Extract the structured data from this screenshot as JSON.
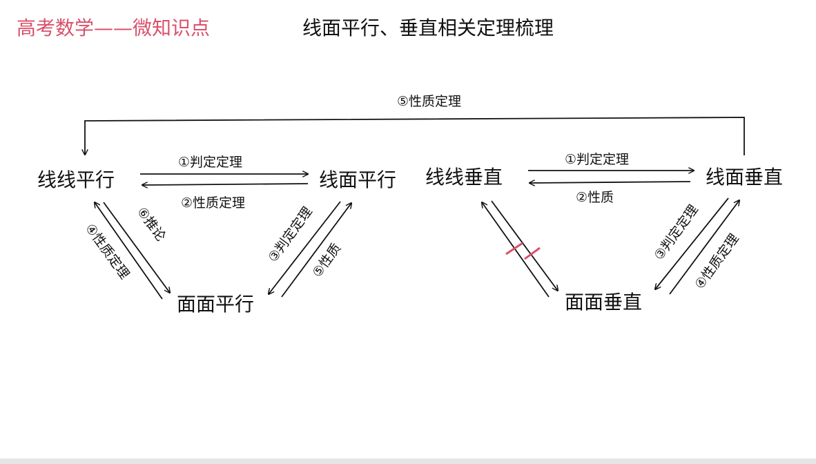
{
  "header": {
    "brand": "高考数学——微知识点",
    "title": "线面平行、垂直相关定理梳理"
  },
  "nodes": {
    "line_line_parallel": "线线平行",
    "line_plane_parallel": "线面平行",
    "plane_plane_parallel": "面面平行",
    "line_line_perpendicular": "线线垂直",
    "line_plane_perpendicular": "线面垂直",
    "plane_plane_perpendicular": "面面垂直"
  },
  "edges": {
    "top_arc": "⑤性质定理",
    "par_ll_to_lp": "①判定定理",
    "par_lp_to_ll": "②性质定理",
    "par_pp_to_ll": "④性质定理",
    "par_ll_to_pp": "⑥推论",
    "par_lp_to_pp": "③判定定理",
    "par_pp_to_lp": "⑤性质",
    "perp_ll_to_lp": "①判定定理",
    "perp_lp_to_ll": "②性质",
    "perp_lp_to_pp": "③判定定理",
    "perp_pp_to_lp": "④性质定理"
  },
  "colors": {
    "accent": "#d9506b",
    "text": "#111111"
  }
}
